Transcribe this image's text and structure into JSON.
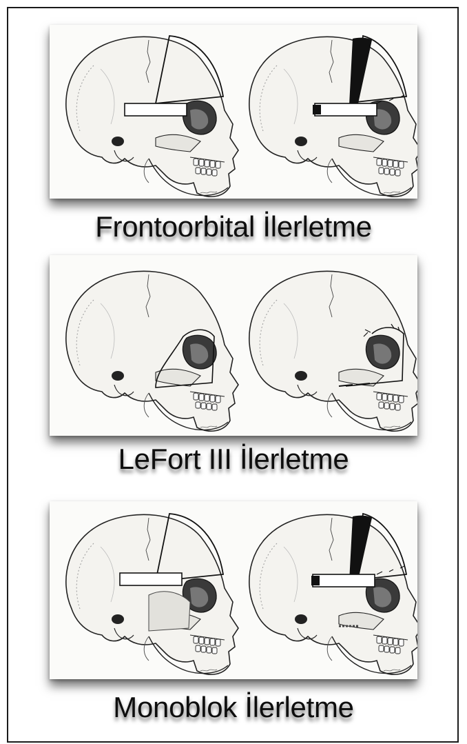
{
  "figure": {
    "sections": [
      {
        "caption": "Frontoorbital İlerletme",
        "left_illustration": "skull-preop-frontoorbital",
        "right_illustration": "skull-postop-frontoorbital"
      },
      {
        "caption": "LeFort III İlerletme",
        "left_illustration": "skull-preop-lefort",
        "right_illustration": "skull-postop-lefort"
      },
      {
        "caption": "Monoblok İlerletme",
        "left_illustration": "skull-preop-monoblok",
        "right_illustration": "skull-postop-monoblok"
      }
    ]
  }
}
